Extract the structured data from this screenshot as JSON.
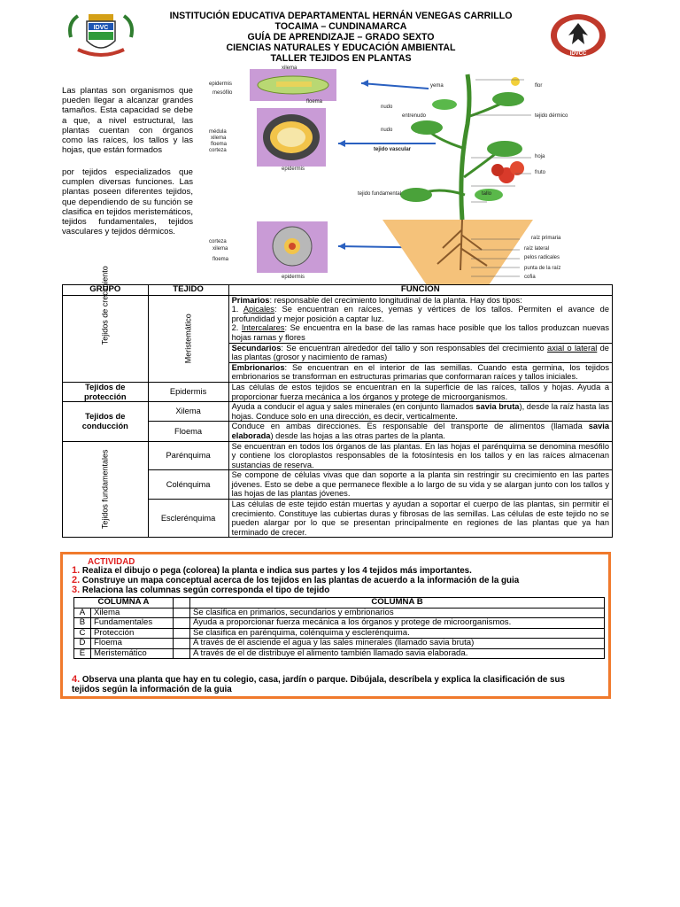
{
  "header": {
    "lines": [
      "INSTITUCIÓN EDUCATIVA DEPARTAMENTAL HERNÁN VENEGAS CARRILLO",
      "TOCAIMA – CUNDINAMARCA",
      "GUÍA DE APRENDIZAJE – GRADO SEXTO",
      "CIENCIAS NATURALES Y EDUCACIÓN AMBIENTAL",
      "TALLER TEJIDOS EN PLANTAS"
    ],
    "logo_left_text": "IDVC",
    "logo_right_text": "IDVCC"
  },
  "intro": {
    "p1": "Las plantas son organismos que pueden llegar a alcanzar grandes tamaños. Esta capacidad se debe a que, a nivel estructural, las plantas cuentan con órganos como las raíces, los tallos y las hojas, que están formados",
    "p2": "por tejidos especializados que cumplen diversas funciones. Las plantas poseen diferentes tejidos, que dependiendo de su función se clasifica en tejidos meristemáticos, tejidos fundamentales, tejidos vasculares y tejidos dérmicos."
  },
  "diagram": {
    "leaf_labels": [
      "xilema",
      "epidermis",
      "mesófilo",
      "floema"
    ],
    "stem_labels": [
      "médula",
      "xilema",
      "floema",
      "corteza",
      "epidermis"
    ],
    "root_labels": [
      "corteza",
      "xilema",
      "floema",
      "epidermis"
    ],
    "plant_labels": [
      "yema",
      "flor",
      "nudo",
      "entrenudo",
      "tejido dérmico",
      "nudo",
      "tejido vascular",
      "hoja",
      "fruto",
      "tejido fundamental",
      "tallo",
      "raíz primaria",
      "raíz lateral",
      "pelos radicales",
      "punta de la raíz",
      "cofia"
    ]
  },
  "table": {
    "headers": [
      "GRUPO",
      "TEJIDO",
      "FUNCION"
    ],
    "crecimiento": {
      "grupo": "Tejidos de crecimiento",
      "tejido": "Meristemático",
      "primarios_title": "Primarios",
      "primarios_text": ": responsable del crecimiento longitudinal de la planta. Hay dos tipos:",
      "apicales_n": "1. ",
      "apicales_title": "Apicales",
      "apicales_text": ": Se encuentran en raíces, yemas y vértices de los tallos. Permiten el avance de profundidad y mejor posición a captar luz.",
      "intercalares_n": "2. ",
      "intercalares_title": "Intercalares",
      "intercalares_text": ": Se encuentra en la base de las ramas hace posible que los tallos produzcan nuevas hojas ramas y flores",
      "secundarios_title": "Secundarios",
      "secundarios_text1": ": Se encuentran alrededor del tallo y son responsables del crecimiento ",
      "secundarios_u": "axial o lateral",
      "secundarios_text2": " de las plantas (grosor y nacimiento de ramas)",
      "embrionarios_title": "Embrionarios",
      "embrionarios_text": ": Se encuentran en el interior de las semillas. Cuando esta germina, los tejidos embrionarios se transforman en estructuras primarias que conformaran raíces y tallos iniciales."
    },
    "proteccion": {
      "grupo": "Tejidos de protección",
      "tejido": "Epidermis",
      "funcion": "Las células de estos tejidos se encuentran en la superficie de las raíces, tallos y hojas. Ayuda a proporcionar fuerza mecánica a los órganos y protege de microorganismos."
    },
    "conduccion": {
      "grupo": "Tejidos de conducción",
      "xilema": "Xilema",
      "xilema_f1": "Ayuda a conducir el agua y sales minerales (en conjunto llamados ",
      "xilema_b": "savia bruta",
      "xilema_f2": "), desde la raíz hasta las hojas. Conduce solo en una dirección, es decir, verticalmente.",
      "floema": "Floema",
      "floema_f1": "Conduce en ambas direcciones. Es responsable del transporte de alimentos (llamada ",
      "floema_b": "savia elaborada",
      "floema_f2": ") desde las hojas a las otras partes de la planta."
    },
    "fundamentales": {
      "grupo": "Tejidos fundamentales",
      "parenquima": "Parénquima",
      "parenquima_f": "Se encuentran en todos los órganos de las plantas. En las hojas el parénquima se denomina mesófilo y contiene los cloroplastos responsables de la fotosíntesis en los tallos y en las raíces almacenan sustancias de reserva.",
      "colenquima": "Colénquima",
      "colenquima_f": "Se compone de células vivas que dan soporte a la planta sin restringir su crecimiento en las partes jóvenes. Esto se debe a que permanece flexible a lo largo de su vida y se alargan junto con los tallos y las hojas de las plantas jóvenes.",
      "esclerenquima": "Esclerénquima",
      "esclerenquima_f": "Las células de este tejido están muertas y ayudan a soportar el cuerpo de las plantas, sin permitir el crecimiento. Constituye las cubiertas duras y fibrosas de las semillas. Las células de este tejido no se pueden alargar por lo que se presentan principalmente en regiones de las plantas que ya han terminado de crecer."
    }
  },
  "actividad": {
    "title": "ACTIVIDAD",
    "q1_num": "1.",
    "q1": "Realiza el dibujo o pega (colorea) la planta e indica sus partes y los 4 tejidos más importantes.",
    "q2_num": "2.",
    "q2": "Construye un mapa conceptual acerca de los tejidos en las plantas de acuerdo a la información de la guia",
    "q3_num": "3.",
    "q3": "Relaciona las columnas según corresponda el tipo de tejido",
    "col_a": "COLUMNA A",
    "col_b": "COLUMNA B",
    "rows": [
      {
        "letter": "A",
        "a": "Xilema",
        "b": "Se clasifica en primarios, secundarios y embrionarios"
      },
      {
        "letter": "B",
        "a": "Fundamentales",
        "b": "Ayuda a proporcionar fuerza mecánica a los órganos y protege de microorganismos."
      },
      {
        "letter": "C",
        "a": "Protección",
        "b": "Se clasifica en parénquima, colénquima y esclerénquima."
      },
      {
        "letter": "D",
        "a": "Floema",
        "b": "A través de él asciende el agua y las sales minerales (llamado savia bruta)"
      },
      {
        "letter": "E",
        "a": "Meristemático",
        "b": "A través de el de distribuye el alimento también llamado savia elaborada."
      }
    ],
    "q4_num": "4.",
    "q4": "Observa una planta que hay en tu colegio, casa, jardín o parque. Dibújala, descríbela y explica la clasificación de sus tejidos según la información de la guia"
  },
  "colors": {
    "accent": "#f07a2c",
    "number": "#e02020",
    "panel_bg": "#c99bd6",
    "soil": "#f5c27a"
  }
}
